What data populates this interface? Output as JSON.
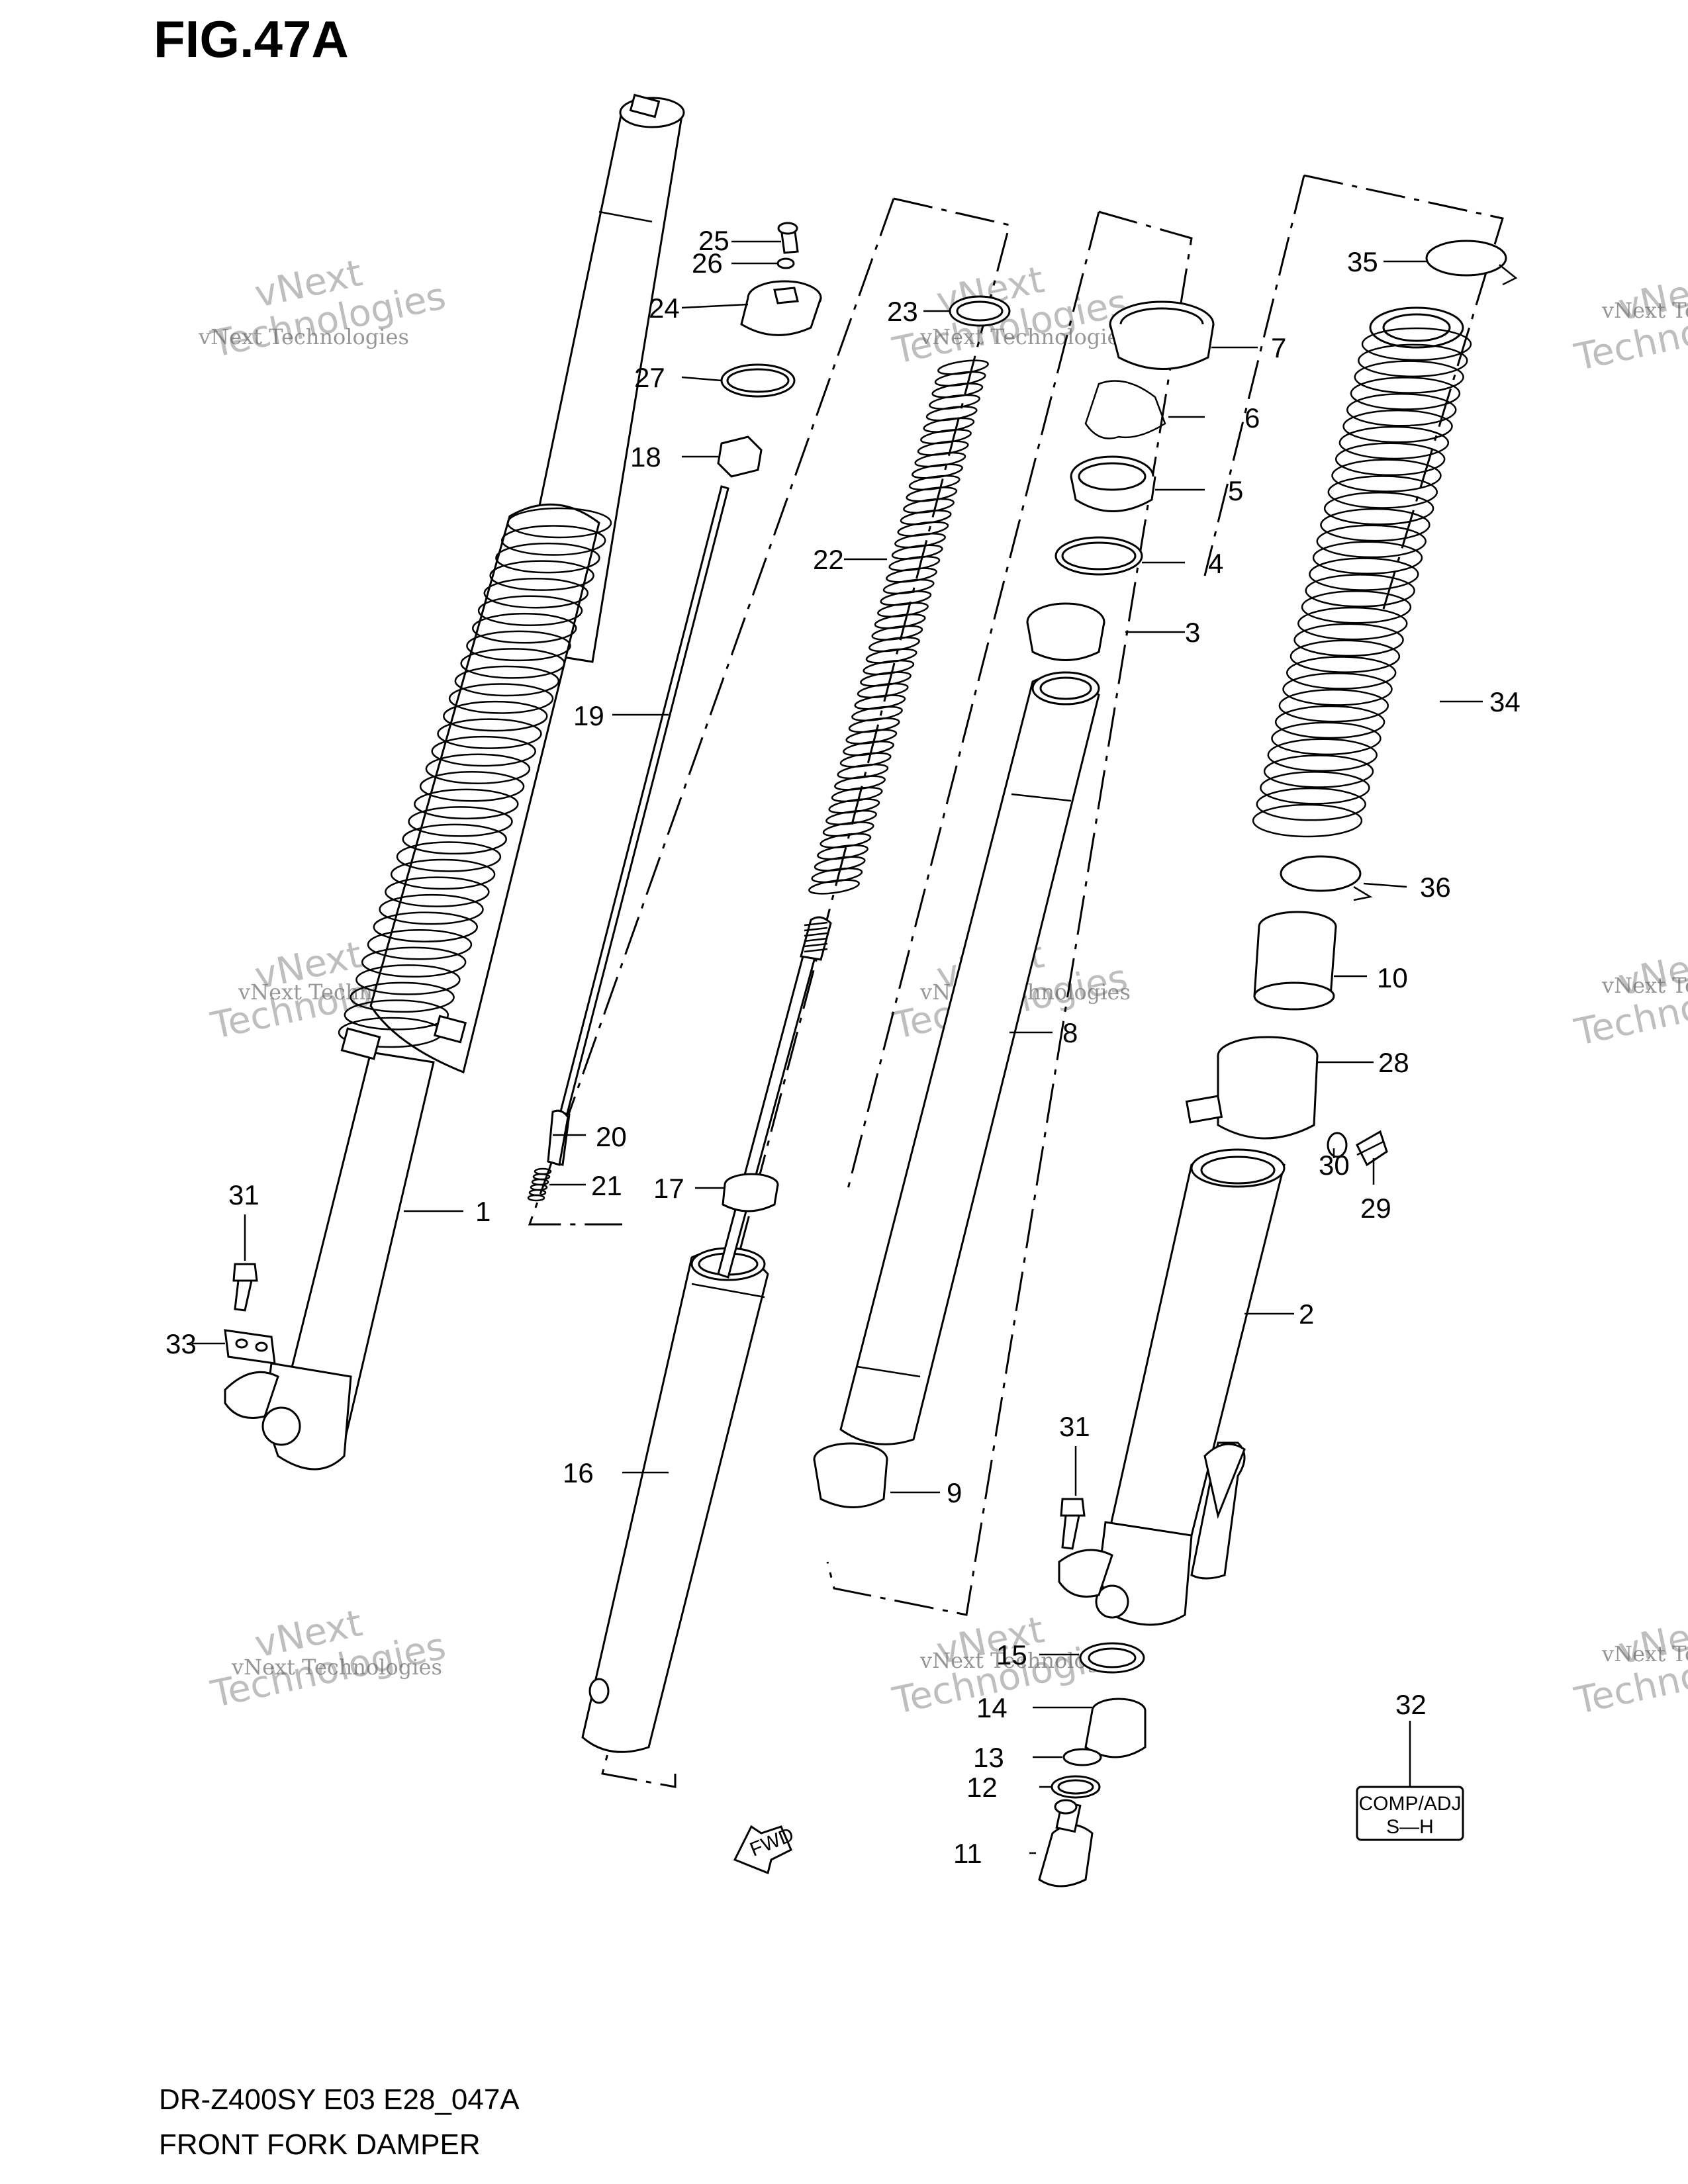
{
  "figure": {
    "title": "FIG.47A",
    "model_code": "DR-Z400SY E03 E28_047A",
    "section_name": "FRONT FORK DAMPER"
  },
  "callouts": [
    {
      "id": "1",
      "label": "1"
    },
    {
      "id": "2",
      "label": "2"
    },
    {
      "id": "3",
      "label": "3"
    },
    {
      "id": "4",
      "label": "4"
    },
    {
      "id": "5",
      "label": "5"
    },
    {
      "id": "6",
      "label": "6"
    },
    {
      "id": "7",
      "label": "7"
    },
    {
      "id": "8",
      "label": "8"
    },
    {
      "id": "9",
      "label": "9"
    },
    {
      "id": "10",
      "label": "10"
    },
    {
      "id": "11",
      "label": "11"
    },
    {
      "id": "12",
      "label": "12"
    },
    {
      "id": "13",
      "label": "13"
    },
    {
      "id": "14",
      "label": "14"
    },
    {
      "id": "15",
      "label": "15"
    },
    {
      "id": "16",
      "label": "16"
    },
    {
      "id": "17",
      "label": "17"
    },
    {
      "id": "18",
      "label": "18"
    },
    {
      "id": "19",
      "label": "19"
    },
    {
      "id": "20",
      "label": "20"
    },
    {
      "id": "21",
      "label": "21"
    },
    {
      "id": "22",
      "label": "22"
    },
    {
      "id": "23",
      "label": "23"
    },
    {
      "id": "24",
      "label": "24"
    },
    {
      "id": "25",
      "label": "25"
    },
    {
      "id": "26",
      "label": "26"
    },
    {
      "id": "27",
      "label": "27"
    },
    {
      "id": "28",
      "label": "28"
    },
    {
      "id": "29",
      "label": "29"
    },
    {
      "id": "30",
      "label": "30"
    },
    {
      "id": "31a",
      "label": "31"
    },
    {
      "id": "31b",
      "label": "31"
    },
    {
      "id": "32",
      "label": "32"
    },
    {
      "id": "33",
      "label": "33"
    },
    {
      "id": "34",
      "label": "34"
    },
    {
      "id": "35",
      "label": "35"
    },
    {
      "id": "36",
      "label": "36"
    }
  ],
  "badge": {
    "line1": "COMP/ADJ",
    "line2": "S—H"
  },
  "fwd_arrow": {
    "label": "FWD"
  },
  "watermark": {
    "line1": "vNext",
    "line2": "Technologies",
    "small": "vNext Technologies"
  }
}
